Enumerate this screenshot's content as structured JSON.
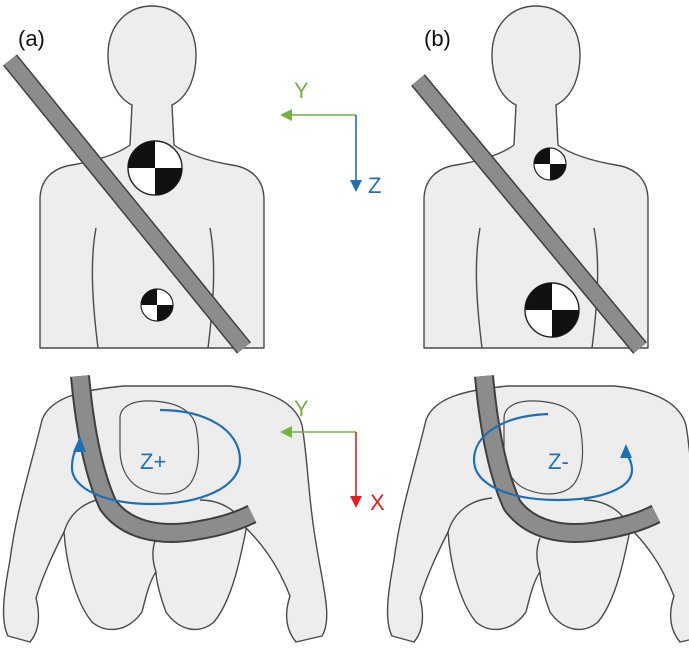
{
  "colors": {
    "y_axis": "#77b043",
    "z_axis": "#1f6fb5",
    "x_axis": "#e02020",
    "rotation": "#1f6fb5",
    "belt": "#8c8c8c",
    "body": "#ededed",
    "outline": "#4a4a4a",
    "target_dark": "#111111"
  },
  "panels": {
    "a": {
      "label": "(a)",
      "rotation_label": "Z+"
    },
    "b": {
      "label": "(b)",
      "rotation_label": "Z-"
    }
  },
  "axes_front": {
    "horizontal": "Y",
    "vertical": "Z"
  },
  "axes_top": {
    "horizontal": "Y",
    "vertical": "X"
  },
  "icons": [
    "target-marker-icon",
    "rotation-arrow-icon",
    "seatbelt-icon"
  ]
}
